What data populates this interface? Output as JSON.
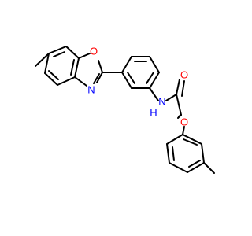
{
  "molecule": {
    "atoms": {
      "ring_oxygen": "O",
      "ring_nitrogen": "N",
      "amide_nitrogen": "N",
      "amide_hydrogen": "H",
      "carbonyl_oxygen": "O",
      "ether_oxygen": "O"
    },
    "colors": {
      "bond": "#000000",
      "oxygen": "#ff0000",
      "nitrogen": "#0000ff"
    }
  }
}
